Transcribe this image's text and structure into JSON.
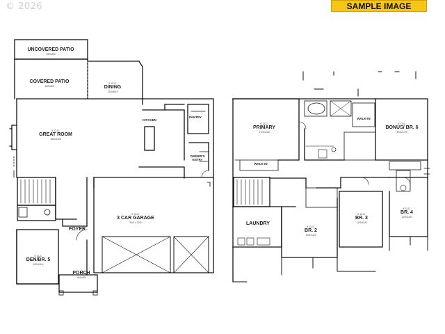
{
  "watermark": "© 2026",
  "badge": "SAMPLE IMAGE",
  "main_floor": {
    "uncovered_patio": {
      "name": "UNCOVERED PATIO",
      "dims": "16/0x8/0"
    },
    "covered_patio": {
      "name": "COVERED PATIO",
      "dims": "16/0x8/0"
    },
    "dining": {
      "ceiling": "9' CLG.",
      "name": "DINING",
      "dims": "12/0x8/10"
    },
    "kitchen": {
      "name": "KITCHEN"
    },
    "pantry": {
      "name": "PANTRY"
    },
    "great_room": {
      "ceiling": "9' CLG.",
      "name": "GREAT ROOM",
      "dims": "16/0x16/0"
    },
    "owners_entry": {
      "name": "OWNER'S ENTRY"
    },
    "garage": {
      "ceiling": "9' CLG.",
      "name": "3 CAR GARAGE",
      "dims": "30/0 x 20/2"
    },
    "foyer": {
      "name": "FOYER"
    },
    "den": {
      "ceiling": "9' CLG.",
      "name": "DEN/BR. 5",
      "dims": "10/0x11/4"
    },
    "porch": {
      "name": "PORCH",
      "dims": "10/0x6/0"
    }
  },
  "upper_floor": {
    "primary": {
      "ceiling": "9' CLG.",
      "name": "PRIMARY",
      "dims": "17/4x14/0"
    },
    "bonus": {
      "ceiling": "9' CLG.",
      "name": "BONUS/ BR. 6",
      "dims": "12/0x17/0"
    },
    "laundry": {
      "name": "LAUNDRY"
    },
    "br2": {
      "ceiling": "9' CLG.",
      "name": "BR. 2",
      "dims": "10/0x11/0"
    },
    "br3": {
      "ceiling": "9' CLG.",
      "name": "BR. 3",
      "dims": "11/0x11/0"
    },
    "br4": {
      "ceiling": "9' CLG.",
      "name": "BR. 4",
      "dims": "11/0x11/0"
    },
    "walk_in_1": {
      "name": "WALK-IN"
    },
    "walk_in_2": {
      "name": "WALK-IN"
    }
  }
}
